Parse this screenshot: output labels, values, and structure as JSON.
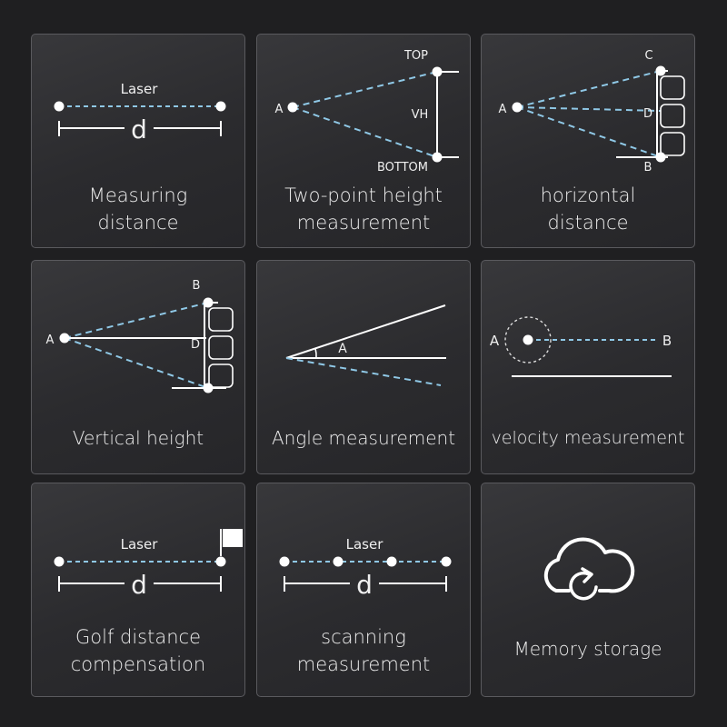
{
  "colors": {
    "background": "#1f1f21",
    "card": "#333336",
    "line": "#ffffff",
    "dashed": "#8fc8e6"
  },
  "cards": [
    {
      "name": "measuring-distance",
      "caption1": "Measuring",
      "caption2": "distance",
      "laser": "Laser",
      "d": "d"
    },
    {
      "name": "two-point-height",
      "caption1": "Two-point height",
      "caption2": "measurement",
      "top": "TOP",
      "vh": "VH",
      "bottom": "BOTTOM",
      "a": "A"
    },
    {
      "name": "horizontal-distance",
      "caption1": "horizontal",
      "caption2": "distance",
      "a": "A",
      "b": "B",
      "c": "C",
      "d": "D"
    },
    {
      "name": "vertical-height",
      "caption": "Vertical height",
      "a": "A",
      "b": "B",
      "d": "D"
    },
    {
      "name": "angle-measurement",
      "caption": "Angle measurement",
      "a": "A"
    },
    {
      "name": "velocity-measurement",
      "caption": "velocity measurement",
      "a": "A",
      "b": "B"
    },
    {
      "name": "golf-distance",
      "caption1": "Golf distance",
      "caption2": "compensation",
      "laser": "Laser",
      "d": "d"
    },
    {
      "name": "scanning-measurement",
      "caption1": "scanning",
      "caption2": "measurement",
      "laser": "Laser",
      "d": "d"
    },
    {
      "name": "memory-storage",
      "caption": "Memory storage",
      "icon": "cloud-upload-icon"
    }
  ]
}
